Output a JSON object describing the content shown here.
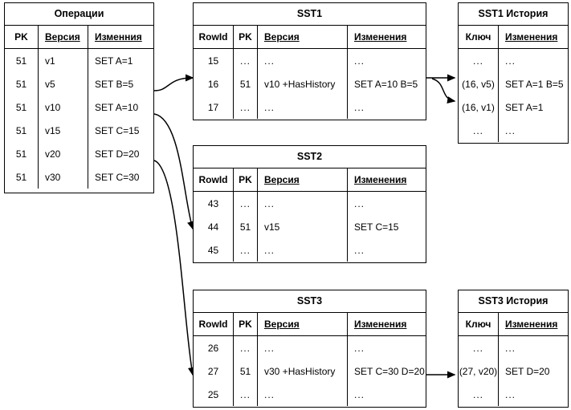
{
  "diagram": {
    "title": "SST history diagram",
    "stroke_color": "#000000",
    "background_color": "#ffffff"
  },
  "operations_table": {
    "title": "Операции",
    "columns": [
      {
        "label": "PK",
        "underline": false
      },
      {
        "label": "Версия",
        "underline": true
      },
      {
        "label": "Изменния",
        "underline": true
      }
    ],
    "rows": [
      [
        "51",
        "v1",
        "SET A=1"
      ],
      [
        "51",
        "v5",
        "SET B=5"
      ],
      [
        "51",
        "v10",
        "SET A=10"
      ],
      [
        "51",
        "v15",
        "SET C=15"
      ],
      [
        "51",
        "v20",
        "SET D=20"
      ],
      [
        "51",
        "v30",
        "SET C=30"
      ]
    ]
  },
  "sst1_table": {
    "title": "SST1",
    "columns": [
      {
        "label": "RowId",
        "underline": false
      },
      {
        "label": "PK",
        "underline": false
      },
      {
        "label": "Версия",
        "underline": true
      },
      {
        "label": "Изменения",
        "underline": true
      }
    ],
    "rows": [
      [
        "15",
        "...",
        "...",
        "..."
      ],
      [
        "16",
        "51",
        "v10 +HasHistory",
        "SET A=10 B=5"
      ],
      [
        "17",
        "...",
        "...",
        "..."
      ]
    ]
  },
  "sst1_history_table": {
    "title": "SST1 История",
    "columns": [
      {
        "label": "Ключ",
        "underline": false
      },
      {
        "label": "Изменения",
        "underline": true
      }
    ],
    "rows": [
      [
        "...",
        "..."
      ],
      [
        "(16, v5)",
        "SET A=1 B=5"
      ],
      [
        "(16, v1)",
        "SET A=1"
      ],
      [
        "...",
        "..."
      ]
    ]
  },
  "sst2_table": {
    "title": "SST2",
    "columns": [
      {
        "label": "RowId",
        "underline": false
      },
      {
        "label": "PK",
        "underline": false
      },
      {
        "label": "Версия",
        "underline": true
      },
      {
        "label": "Изменения",
        "underline": true
      }
    ],
    "rows": [
      [
        "43",
        "...",
        "...",
        "..."
      ],
      [
        "44",
        "51",
        "v15",
        "SET C=15"
      ],
      [
        "45",
        "...",
        "...",
        "..."
      ]
    ]
  },
  "sst3_table": {
    "title": "SST3",
    "columns": [
      {
        "label": "RowId",
        "underline": false
      },
      {
        "label": "PK",
        "underline": false
      },
      {
        "label": "Версия",
        "underline": true
      },
      {
        "label": "Изменения",
        "underline": true
      }
    ],
    "rows": [
      [
        "26",
        "...",
        "...",
        "..."
      ],
      [
        "27",
        "51",
        "v30 +HasHistory",
        "SET C=30 D=20"
      ],
      [
        "25",
        "...",
        "...",
        "..."
      ]
    ]
  },
  "sst3_history_table": {
    "title": "SST3 История",
    "columns": [
      {
        "label": "Ключ",
        "underline": false
      },
      {
        "label": "Изменения",
        "underline": true
      }
    ],
    "rows": [
      [
        "...",
        "..."
      ],
      [
        "(27, v20)",
        "SET D=20"
      ],
      [
        "...",
        "..."
      ]
    ]
  }
}
